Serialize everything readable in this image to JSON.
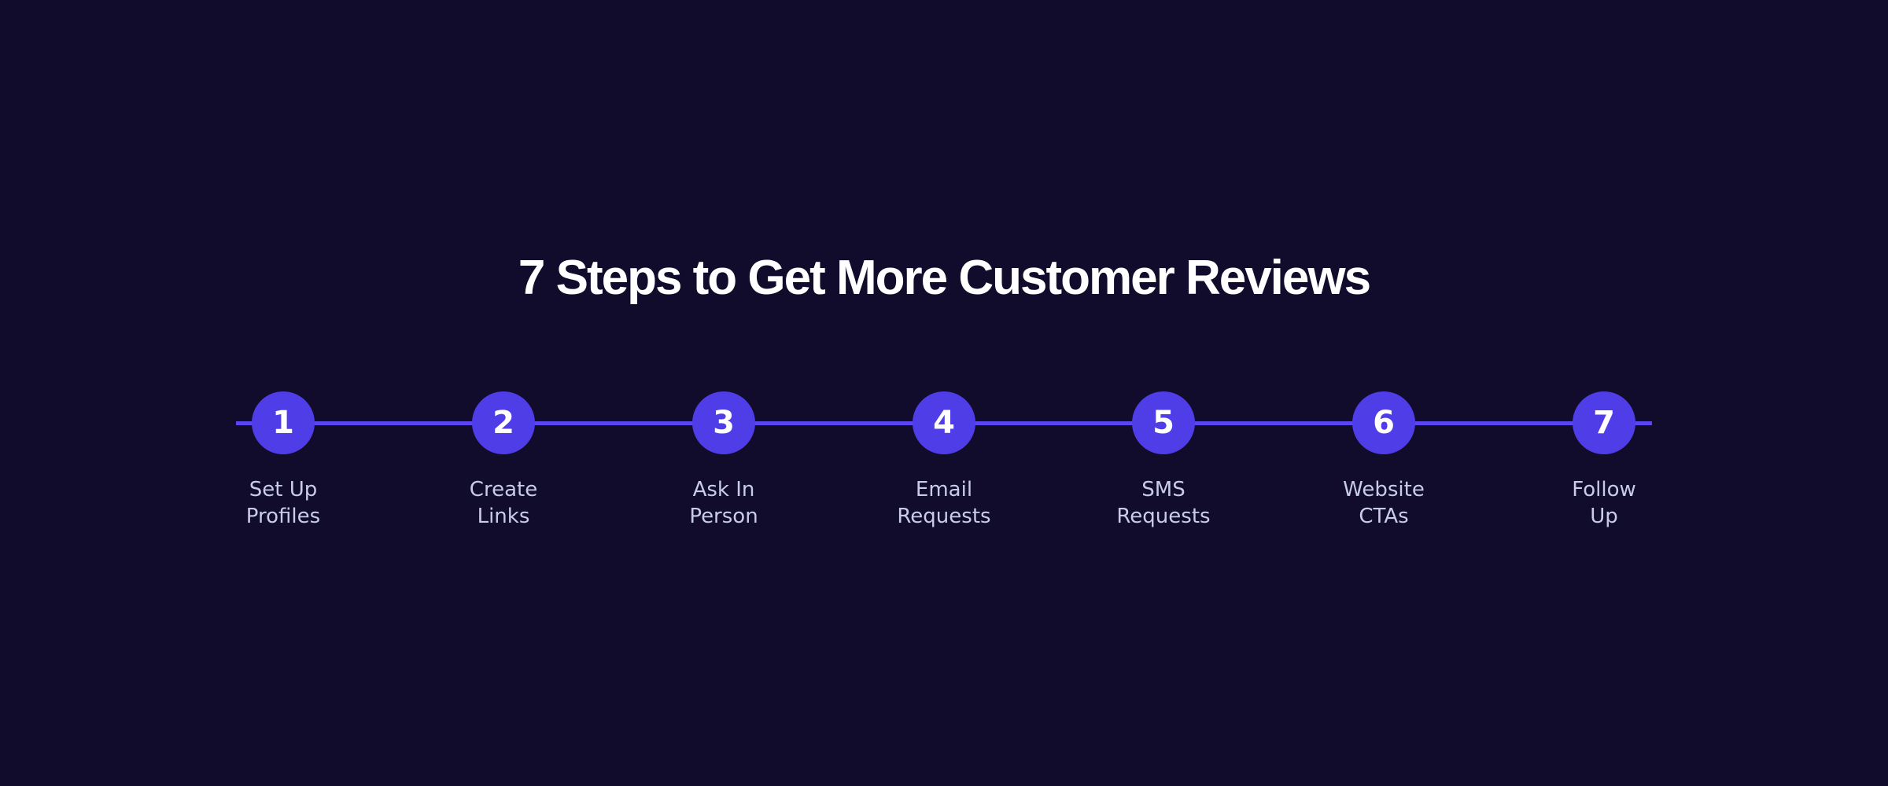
{
  "page": {
    "title": "7 Steps to Get More Customer Reviews"
  },
  "colors": {
    "background": "#110c2c",
    "title": "#ffffff",
    "line": "#5a46f0",
    "circle": "#4f3de8",
    "number": "#ffffff",
    "label": "#c8cce9"
  },
  "timeline": {
    "steps": [
      {
        "number": "1",
        "label": "Set Up Profiles",
        "lines": [
          "Set Up",
          "Profiles"
        ]
      },
      {
        "number": "2",
        "label": "Create Links",
        "lines": [
          "Create",
          "Links"
        ]
      },
      {
        "number": "3",
        "label": "Ask In Person",
        "lines": [
          "Ask In",
          "Person"
        ]
      },
      {
        "number": "4",
        "label": "Email Requests",
        "lines": [
          "Email",
          "Requests"
        ]
      },
      {
        "number": "5",
        "label": "SMS Requests",
        "lines": [
          "SMS",
          "Requests"
        ]
      },
      {
        "number": "6",
        "label": "Website CTAs",
        "lines": [
          "Website",
          "CTAs"
        ]
      },
      {
        "number": "7",
        "label": "Follow Up",
        "lines": [
          "Follow",
          "Up"
        ]
      }
    ]
  }
}
